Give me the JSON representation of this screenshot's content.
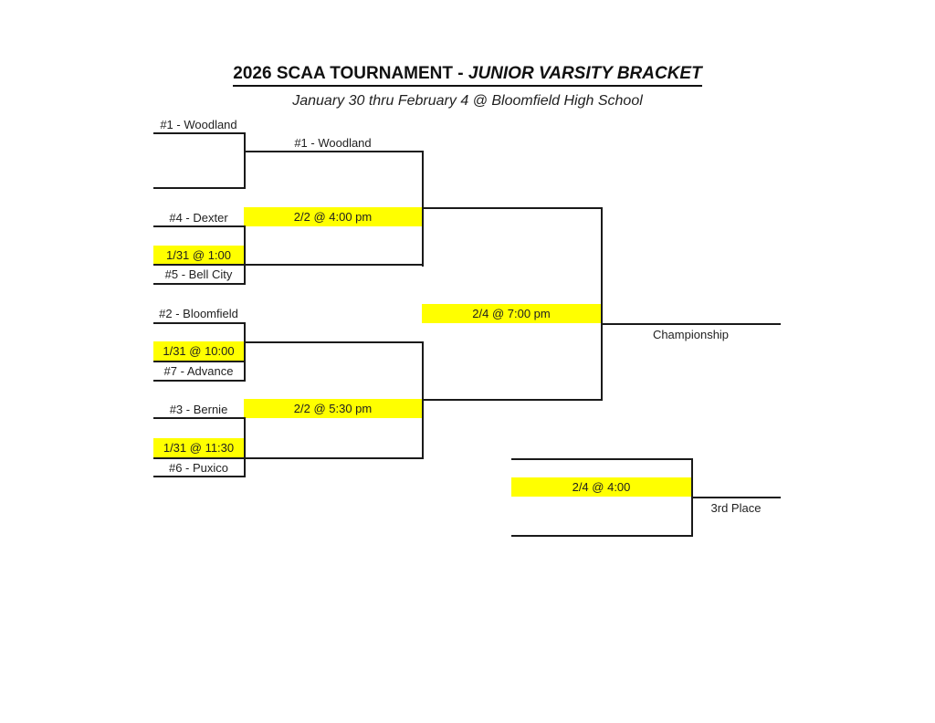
{
  "header": {
    "title_prefix": "2026 SCAA TOURNAMENT - ",
    "title_emphasis": "JUNIOR VARSITY BRACKET",
    "subtitle": "January 30 thru February 4 @ Bloomfield High School"
  },
  "bracket": {
    "round1": {
      "bye_team": "#1 - Woodland",
      "game1": {
        "top_team": "#4 - Dexter",
        "time": "1/31 @ 1:00",
        "bottom_team": "#5 - Bell City"
      },
      "game2": {
        "top_team": "#2 - Bloomfield",
        "time": "1/31 @ 10:00",
        "bottom_team": "#7 - Advance"
      },
      "game3": {
        "top_team": "#3 - Bernie",
        "time": "1/31 @ 11:30",
        "bottom_team": "#6 - Puxico"
      }
    },
    "semifinals": {
      "semi1": {
        "advanced_team": "#1 - Woodland",
        "time": "2/2 @ 4:00 pm"
      },
      "semi2": {
        "time": "2/2 @ 5:30 pm"
      }
    },
    "final": {
      "time": "2/4 @ 7:00 pm",
      "label": "Championship"
    },
    "third_place": {
      "time": "2/4 @ 4:00",
      "label": "3rd Place"
    }
  },
  "colors": {
    "highlight": "#ffff00",
    "line": "#1a1a1a",
    "text": "#1f1f1f"
  }
}
